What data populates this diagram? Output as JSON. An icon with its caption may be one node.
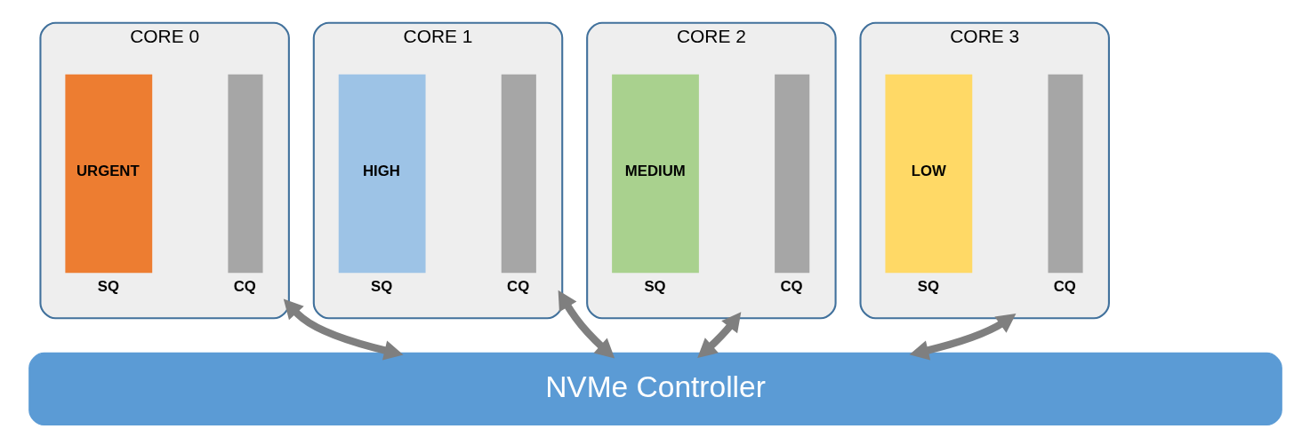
{
  "diagram": {
    "nodes": [
      {
        "text": [
          "CORE 0"
        ]
      },
      {
        "text": [
          "URGENT"
        ],
        "in": 0,
        "beside": [
          "SQ"
        ]
      },
      {
        "text": [],
        "shape": "bar",
        "in": 0,
        "beside": [
          "CQ"
        ]
      },
      {
        "text": [
          "CORE 1"
        ]
      },
      {
        "text": [
          "HIGH"
        ],
        "in": 3,
        "beside": [
          "SQ"
        ]
      },
      {
        "text": [],
        "shape": "bar",
        "in": 3,
        "beside": [
          "CQ"
        ]
      },
      {
        "text": [
          "CORE 2"
        ]
      },
      {
        "text": [
          "MEDIUM"
        ],
        "in": 6,
        "beside": [
          "SQ"
        ]
      },
      {
        "text": [],
        "shape": "bar",
        "in": 6,
        "beside": [
          "CQ"
        ]
      },
      {
        "text": [
          "CORE 3"
        ]
      },
      {
        "text": [
          "LOW"
        ],
        "in": 9,
        "beside": [
          "SQ"
        ]
      },
      {
        "text": [],
        "shape": "bar",
        "in": 9,
        "beside": [
          "CQ"
        ]
      },
      {
        "text": [
          "NVMe Controller"
        ]
      }
    ],
    "edges": [
      {
        "from": 0,
        "to": 12,
        "arrow": "both"
      },
      {
        "from": 3,
        "to": 12,
        "arrow": "both"
      },
      {
        "from": 6,
        "to": 12,
        "arrow": "both"
      },
      {
        "from": 9,
        "to": 12,
        "arrow": "both"
      }
    ]
  }
}
